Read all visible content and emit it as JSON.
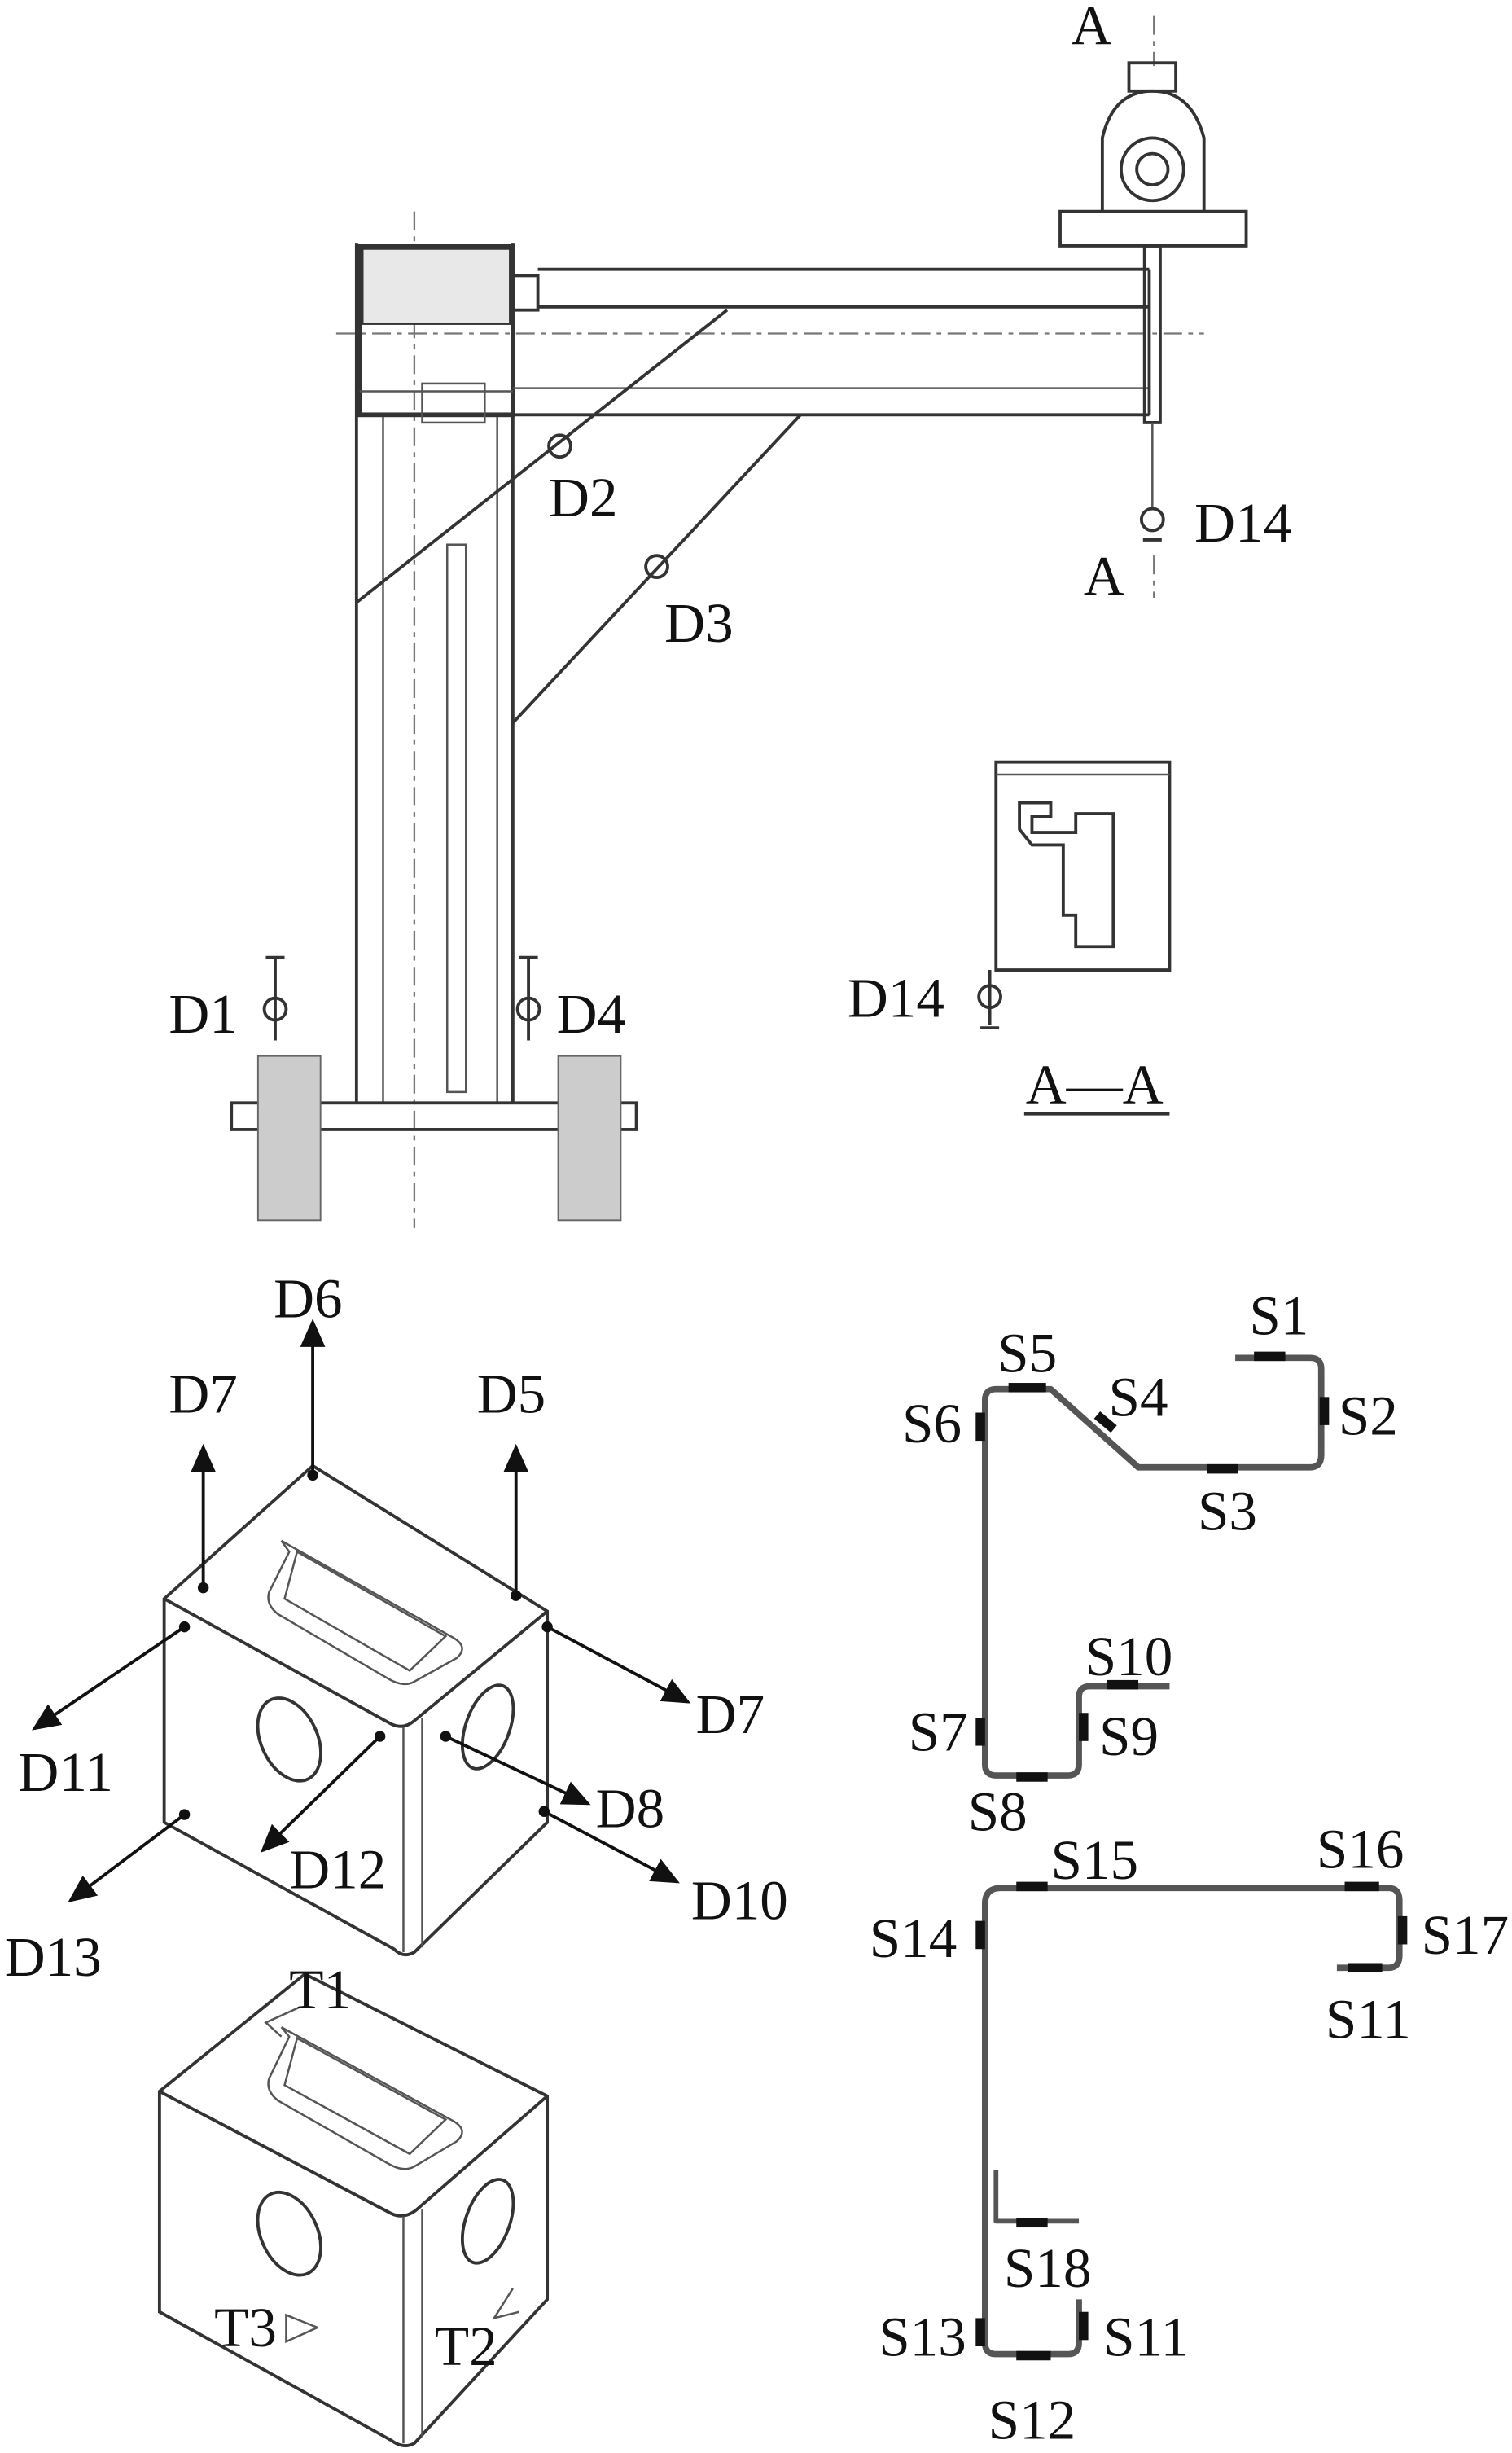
{
  "crane": {
    "section_top": "A",
    "section_bottom": "A",
    "section_title": "A—A",
    "points": {
      "d1": "D1",
      "d2": "D2",
      "d3": "D3",
      "d4": "D4",
      "d14": "D14",
      "d14_section": "D14"
    }
  },
  "corner_fitting": {
    "directions": {
      "d5": "D5",
      "d6": "D6",
      "d7_top": "D7",
      "d7_right": "D7",
      "d8": "D8",
      "d10": "D10",
      "d11": "D11",
      "d12": "D12",
      "d13": "D13"
    },
    "test_points": {
      "t1": "T1",
      "t2": "T2",
      "t3": "T3"
    }
  },
  "profile_upper": {
    "gauges": {
      "s1": "S1",
      "s2": "S2",
      "s3": "S3",
      "s4": "S4",
      "s5": "S5",
      "s6": "S6",
      "s7": "S7",
      "s8": "S8",
      "s9": "S9",
      "s10": "S10"
    }
  },
  "profile_lower": {
    "gauges": {
      "s11_top": "S11",
      "s11_bottom": "S11",
      "s12": "S12",
      "s13": "S13",
      "s14": "S14",
      "s15": "S15",
      "s16": "S16",
      "s17": "S17",
      "s18": "S18"
    }
  }
}
